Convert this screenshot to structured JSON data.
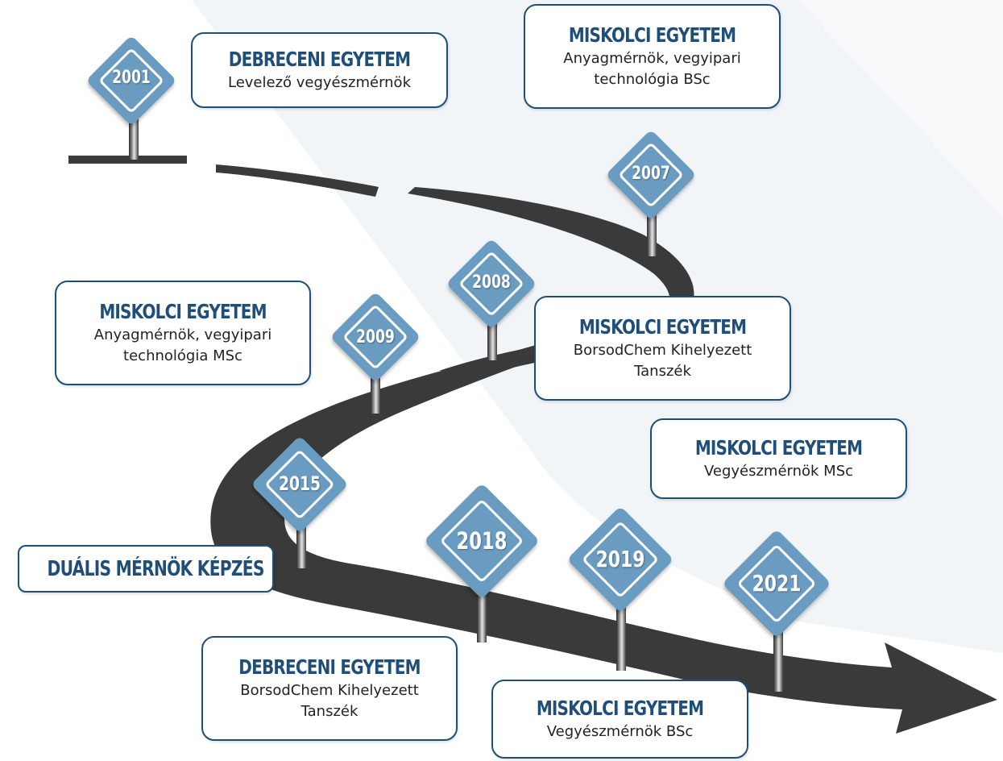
{
  "milestones": [
    {
      "year": "2001",
      "institution": "DEBRECENI EGYETEM",
      "program": "Levelező vegyészmérnök"
    },
    {
      "year": "2007",
      "institution": "MISKOLCI EGYETEM",
      "program": "Anyagmérnök, vegyipari\ntechnológia BSc"
    },
    {
      "year": "2008",
      "institution": "MISKOLCI EGYETEM",
      "program": "BorsodChem Kihelyezett\nTanszék"
    },
    {
      "year": "2009",
      "institution": "MISKOLCI EGYETEM",
      "program": "Anyagmérnök, vegyipari\ntechnológia MSc"
    },
    {
      "year": "2015",
      "label": "DUÁLIS MÉRNÖK KÉPZÉS"
    },
    {
      "year": "2018",
      "institution": "DEBRECENI EGYETEM",
      "program": "BorsodChem Kihelyezett\nTanszék"
    },
    {
      "year": "2019",
      "institution": "MISKOLCI EGYETEM",
      "program": "Vegyészmérnök BSc"
    },
    {
      "year": "2021",
      "institution": "MISKOLCI EGYETEM",
      "program": "Vegyészmérnök MSc"
    }
  ],
  "colors": {
    "title": "#1f4e79",
    "sign": "#6a9bc0",
    "road": "#3d3d3d",
    "background_panel": "#f2f5f8"
  }
}
